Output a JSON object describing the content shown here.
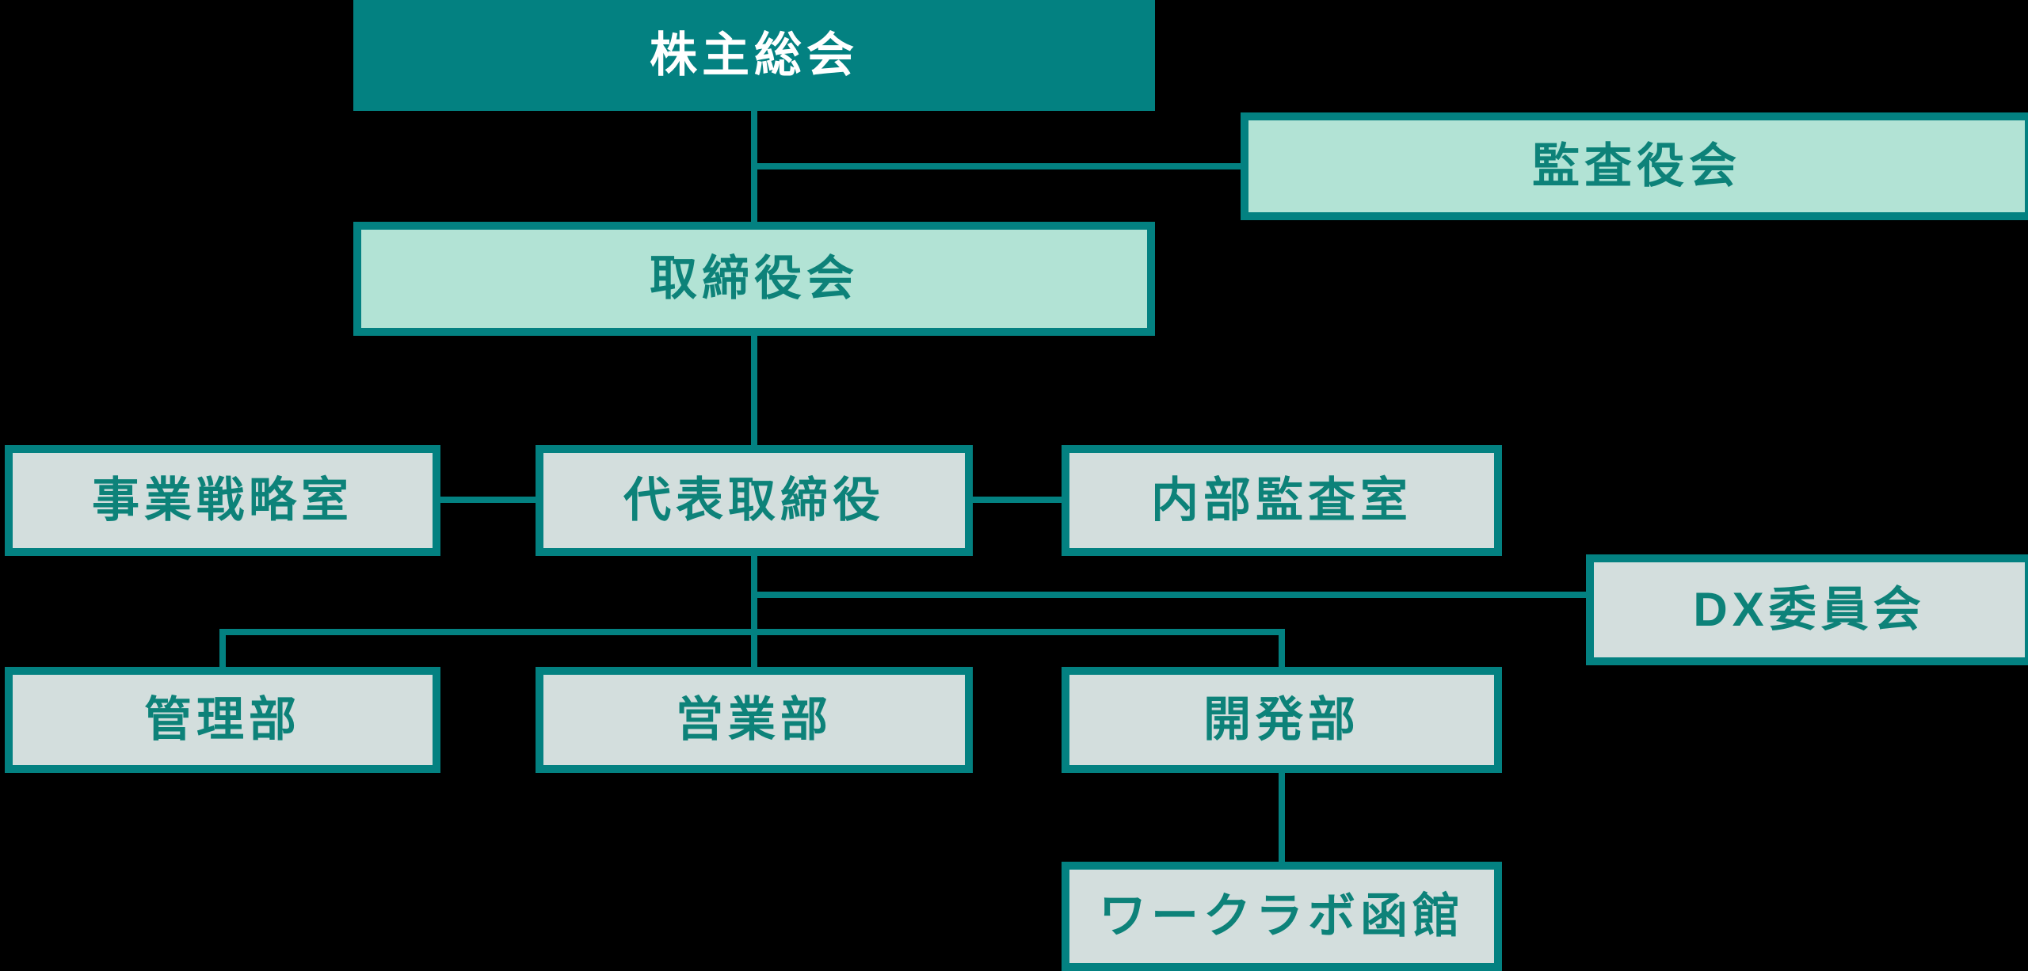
{
  "colors": {
    "background": "#000000",
    "teal": "#038181",
    "mint": "#b2e3d5",
    "gray": "#d3dedd",
    "text_on_dark": "#ffffff",
    "text_teal": "#0d8279"
  },
  "nodes": {
    "shareholders": {
      "label": "株主総会"
    },
    "audit_board": {
      "label": "監査役会"
    },
    "board_of_directors": {
      "label": "取締役会"
    },
    "business_strategy_office": {
      "label": "事業戦略室"
    },
    "representative_director": {
      "label": "代表取締役"
    },
    "internal_audit_office": {
      "label": "内部監査室"
    },
    "dx_committee": {
      "label": "DX委員会"
    },
    "admin_dept": {
      "label": "管理部"
    },
    "sales_dept": {
      "label": "営業部"
    },
    "dev_dept": {
      "label": "開発部"
    },
    "worklab_hakodate": {
      "label": "ワークラボ函館"
    }
  },
  "edges": [
    {
      "from": "株主総会",
      "to": "監査役会"
    },
    {
      "from": "株主総会",
      "to": "取締役会"
    },
    {
      "from": "取締役会",
      "to": "代表取締役"
    },
    {
      "from": "代表取締役",
      "to": "事業戦略室"
    },
    {
      "from": "代表取締役",
      "to": "内部監査室"
    },
    {
      "from": "代表取締役",
      "to": "DX委員会"
    },
    {
      "from": "代表取締役",
      "to": "管理部"
    },
    {
      "from": "代表取締役",
      "to": "営業部"
    },
    {
      "from": "代表取締役",
      "to": "開発部"
    },
    {
      "from": "開発部",
      "to": "ワークラボ函館"
    }
  ]
}
